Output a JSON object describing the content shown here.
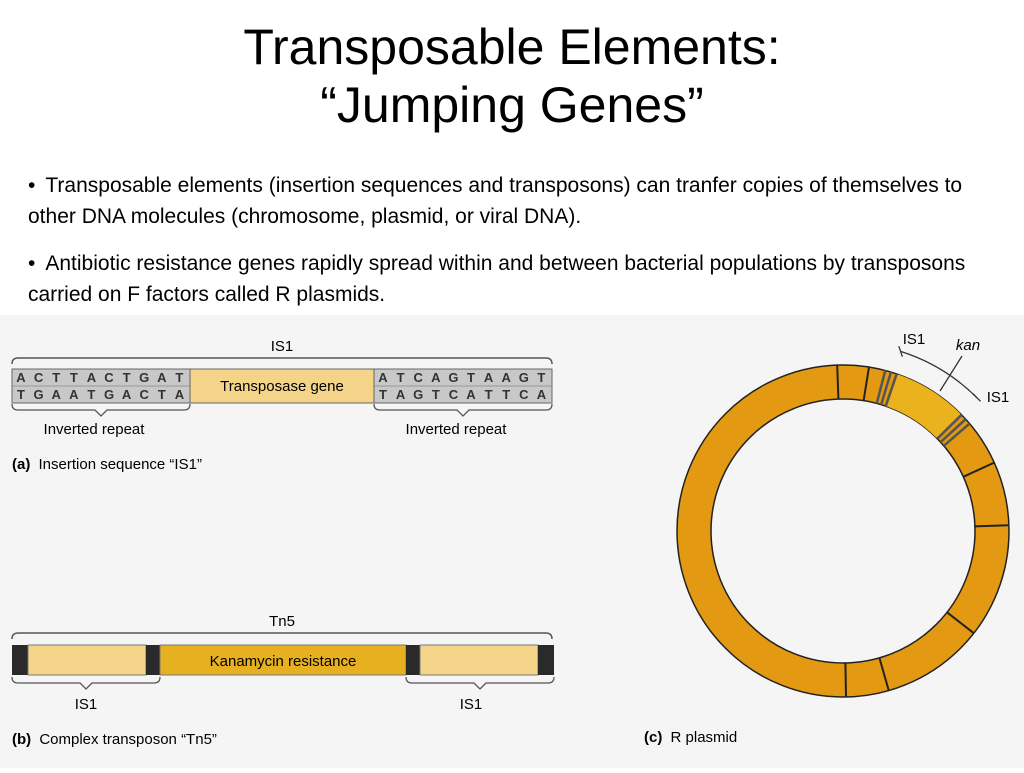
{
  "title": {
    "line1": "Transposable Elements:",
    "line2": "“Jumping Genes”"
  },
  "bullets": [
    "Transposable elements (insertion sequences and transposons) can tranfer copies of themselves to other DNA molecules (chromosome, plasmid, or viral DNA).",
    "Antibiotic resistance genes rapidly spread within and between bacterial populations by transposons carried on F factors called R plasmids."
  ],
  "bullet_marker": "•",
  "figure_a": {
    "bracket_label": "IS1",
    "left_top_bases": [
      "A",
      "C",
      "T",
      "T",
      "A",
      "C",
      "T",
      "G",
      "A",
      "T"
    ],
    "left_bottom_bases": [
      "T",
      "G",
      "A",
      "A",
      "T",
      "G",
      "A",
      "C",
      "T",
      "A"
    ],
    "gene_label": "Transposase gene",
    "right_top_bases": [
      "A",
      "T",
      "C",
      "A",
      "G",
      "T",
      "A",
      "A",
      "G",
      "T"
    ],
    "right_bottom_bases": [
      "T",
      "A",
      "G",
      "T",
      "C",
      "A",
      "T",
      "T",
      "C",
      "A"
    ],
    "left_repeat_label": "Inverted repeat",
    "right_repeat_label": "Inverted repeat",
    "caption_letter": "(a)",
    "caption_text": "Insertion sequence “IS1”"
  },
  "figure_b": {
    "bracket_label": "Tn5",
    "gene_label": "Kanamycin resistance",
    "left_is_label": "IS1",
    "right_is_label": "IS1",
    "caption_letter": "(b)",
    "caption_text": "Complex transposon “Tn5”"
  },
  "figure_c": {
    "is1_label_left": "IS1",
    "kan_label": "kan",
    "is1_label_right": "IS1",
    "caption_letter": "(c)",
    "caption_text": "R plasmid"
  },
  "colors": {
    "figure_bg": "#f5f5f5",
    "sequence_box": "#c8c8c8",
    "light_gene": "#f4d489",
    "gene_gold": "#e6b021",
    "plasmid_ring": "#e39a12",
    "kan_segment": "#eab21d",
    "is_stripe": "#555555",
    "dark_block": "#2a2a2a"
  },
  "icons": {
    "bullet_marker": "bullet-dot-icon"
  }
}
